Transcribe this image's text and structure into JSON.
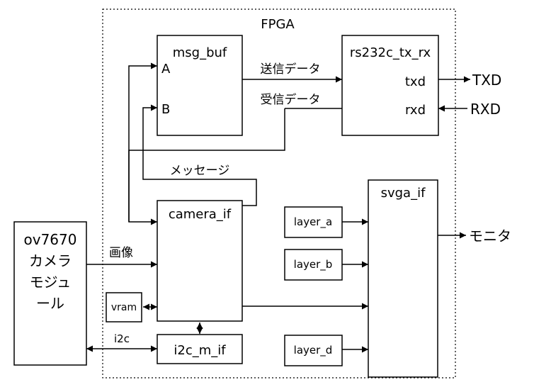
{
  "fpga": {
    "label": "FPGA"
  },
  "blocks": {
    "msg_buf": {
      "label": "msg_buf",
      "port_a": "A",
      "port_b": "B"
    },
    "rs232c": {
      "label": "rs232c_tx_rx",
      "txd": "txd",
      "rxd": "rxd"
    },
    "camera_if": {
      "label": "camera_if"
    },
    "svga_if": {
      "label": "svga_if"
    },
    "layer_a": {
      "label": "layer_a"
    },
    "layer_b": {
      "label": "layer_b"
    },
    "layer_d": {
      "label": "layer_d"
    },
    "vram": {
      "label": "vram"
    },
    "i2c_m_if": {
      "label": "i2c_m_if"
    },
    "ov7670": {
      "lines": [
        "ov7670",
        "カメラ",
        "モジュ",
        "ール"
      ]
    }
  },
  "signals": {
    "send_data": "送信データ",
    "recv_data": "受信データ",
    "message": "メッセージ",
    "image": "画像",
    "i2c": "i2c",
    "txd_out": "TXD",
    "rxd_in": "RXD",
    "monitor": "モニタ"
  }
}
